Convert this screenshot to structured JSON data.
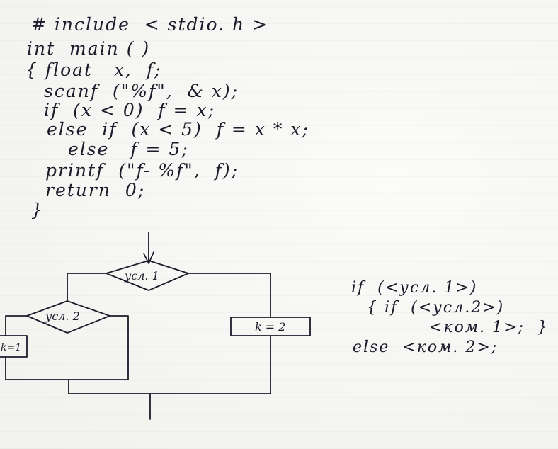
{
  "code": {
    "lines": [
      "# include  < stdio. h >",
      "int  main ( )",
      "{ float   x,  f;",
      "scanf  (\"%f\",  & x);",
      "if  (x < 0)  f = x;",
      "else  if  (x < 5)  f = x * x;",
      "else   f = 5;",
      "printf  (\"f- %f\",  f);",
      "return  0;",
      "}"
    ]
  },
  "flowchart": {
    "condition1": "усл. 1",
    "condition2": "усл. 2",
    "action_k1": "k=1",
    "action_k2": "k = 2"
  },
  "nested_if": {
    "line1": "if  (<усл. 1>)",
    "line2": "{ if  (<усл.2>)",
    "line3": "<ком. 1>;  }",
    "line4": "else  <ком. 2>;"
  }
}
